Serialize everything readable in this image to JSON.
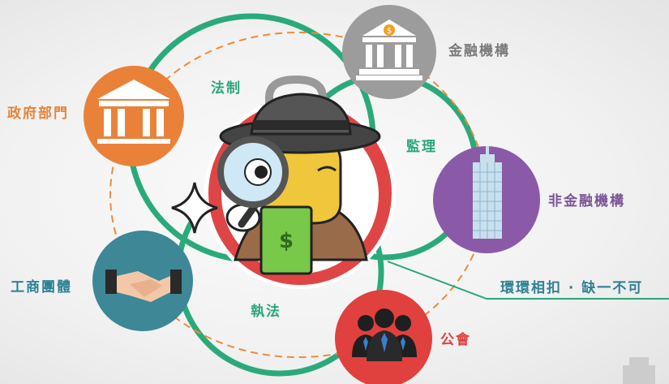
{
  "labels": {
    "law": "法制",
    "supervision": "監理",
    "enforcement": "執法",
    "financial_institutions": "金融機構",
    "non_financial_institutions": "非金融機構",
    "government": "政府部門",
    "business_groups": "工商團體",
    "associations": "公會",
    "slogan": "環環相扣 · 缺一不可"
  },
  "colors": {
    "green_ring": "#2aaa7a",
    "orange_dash": "#f08a3a",
    "government": "#ea8139",
    "financial": "#9c9c9c",
    "non_financial": "#8a5aa8",
    "business": "#3d8797",
    "association": "#e0403e",
    "center_ring": "#e04545"
  },
  "icons": [
    "bank-icon",
    "government-building-icon",
    "skyscraper-icon",
    "handshake-icon",
    "people-icon",
    "detective-icon",
    "magnifier-icon",
    "sparkle-icon"
  ]
}
